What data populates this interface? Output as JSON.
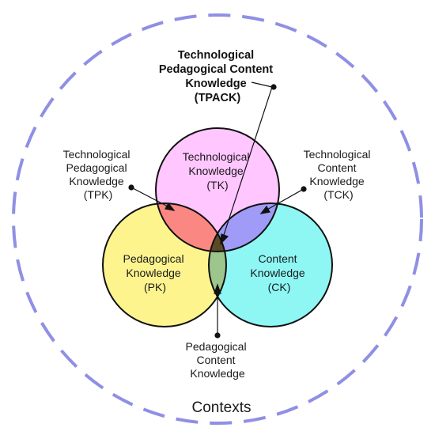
{
  "colors": {
    "context_ring": "#8f8fe6",
    "tk_fill": "#ffc6ff",
    "pk_fill": "#fdf48e",
    "ck_fill": "#8ef7f4",
    "tpk_fill": "#fb8783",
    "tck_fill": "#9f9bf7",
    "pck_fill": "#9dc68c",
    "tpack_fill": "#5a4b26",
    "outline": "#111111"
  },
  "tpack_label": [
    "Technological",
    "Pedagogical Content",
    "Knowledge",
    "(TPACK)"
  ],
  "tk_label": [
    "Technological",
    "Knowledge",
    "(TK)"
  ],
  "pk_label": [
    "Pedagogical",
    "Knowledge",
    "(PK)"
  ],
  "ck_label": [
    "Content",
    "Knowledge",
    "(CK)"
  ],
  "tpk_label": [
    "Technological",
    "Pedagogical",
    "Knowledge",
    "(TPK)"
  ],
  "tck_label": [
    "Technological",
    "Content",
    "Knowledge",
    "(TCK)"
  ],
  "pck_label": [
    "Pedagogical",
    "Content",
    "Knowledge"
  ],
  "contexts_label": "Contexts"
}
